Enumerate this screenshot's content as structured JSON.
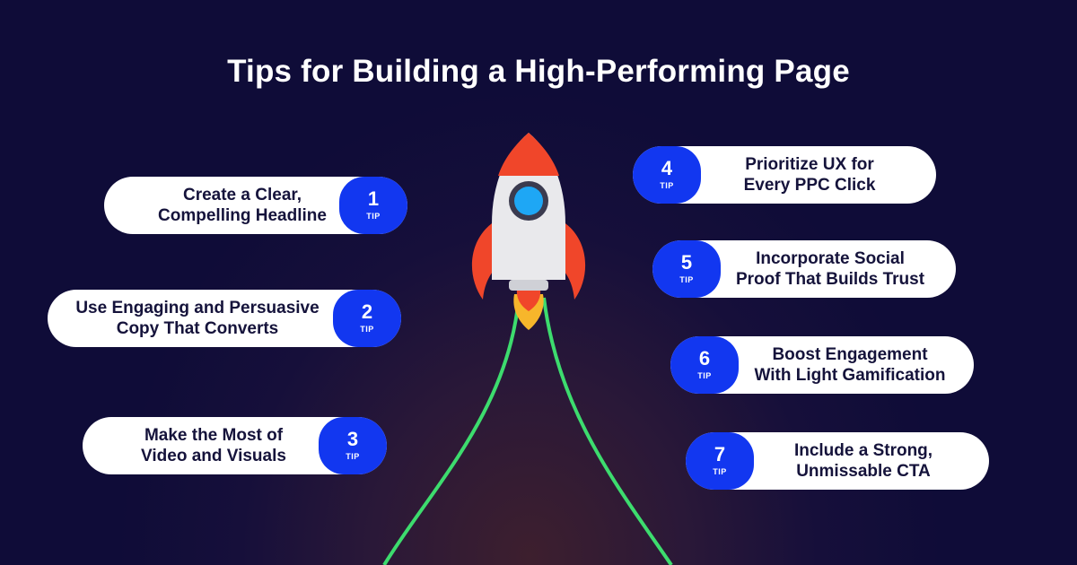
{
  "title": "Tips for Building a High-Performing Page",
  "tip_label": "TIP",
  "colors": {
    "background": "#130e3a",
    "badge": "#1237f0",
    "card": "#ffffff",
    "trail": "#3ddc6e",
    "rocket_body": "#e9e9ec",
    "rocket_fins": "#f0462a",
    "rocket_window": "#1ea7f5",
    "flame": "#f7b62b"
  },
  "tips": [
    {
      "number": "1",
      "line1": "Create a Clear,",
      "line2": "Compelling Headline"
    },
    {
      "number": "2",
      "line1": "Use Engaging and Persuasive",
      "line2": "Copy That Converts"
    },
    {
      "number": "3",
      "line1": "Make the Most of",
      "line2": "Video and Visuals"
    },
    {
      "number": "4",
      "line1": "Prioritize UX for",
      "line2": "Every PPC Click"
    },
    {
      "number": "5",
      "line1": "Incorporate Social",
      "line2": "Proof That Builds Trust"
    },
    {
      "number": "6",
      "line1": "Boost Engagement",
      "line2": "With Light Gamification"
    },
    {
      "number": "7",
      "line1": "Include a Strong,",
      "line2": "Unmissable CTA"
    }
  ]
}
